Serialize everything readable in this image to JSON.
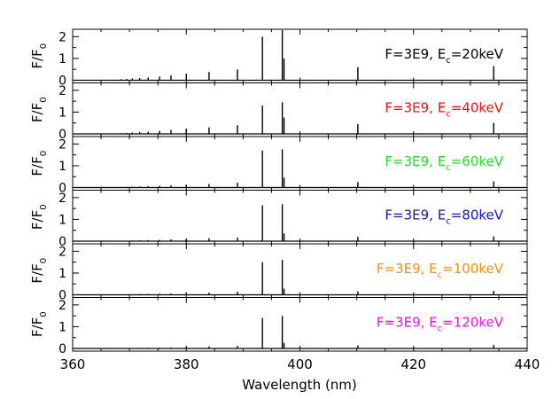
{
  "chart_data": {
    "type": "line",
    "xlabel": "Wavelength (nm)",
    "xlim": [
      360,
      440
    ],
    "xticks": [
      360,
      380,
      400,
      420,
      440
    ],
    "ylabel": "F/F",
    "ylabel_sub": "0",
    "yticks": [
      0,
      1,
      2
    ],
    "panels": [
      {
        "label_main": "F=3E9, E",
        "label_sub": "c",
        "label_tail": "=20keV",
        "color": "#000000",
        "ylim": [
          0,
          2.3
        ],
        "lines": [
          {
            "x": 368.5,
            "y": 0.05
          },
          {
            "x": 369.5,
            "y": 0.06
          },
          {
            "x": 370.5,
            "y": 0.08
          },
          {
            "x": 371.8,
            "y": 0.1
          },
          {
            "x": 373.3,
            "y": 0.13
          },
          {
            "x": 375.3,
            "y": 0.17
          },
          {
            "x": 377.3,
            "y": 0.22
          },
          {
            "x": 380,
            "y": 0.3
          },
          {
            "x": 384,
            "y": 0.38
          },
          {
            "x": 389,
            "y": 0.5
          },
          {
            "x": 393.4,
            "y": 2.0
          },
          {
            "x": 396.9,
            "y": 2.3
          },
          {
            "x": 397.2,
            "y": 1.0
          },
          {
            "x": 410.2,
            "y": 0.6
          },
          {
            "x": 434.1,
            "y": 0.65
          }
        ]
      },
      {
        "label_main": "F=3E9, E",
        "label_sub": "c",
        "label_tail": "=40keV",
        "color": "#ee1111",
        "ylim": [
          0,
          2.3
        ],
        "lines": [
          {
            "x": 368.5,
            "y": 0.03
          },
          {
            "x": 369.5,
            "y": 0.04
          },
          {
            "x": 370.5,
            "y": 0.06
          },
          {
            "x": 371.8,
            "y": 0.08
          },
          {
            "x": 373.3,
            "y": 0.1
          },
          {
            "x": 375.3,
            "y": 0.14
          },
          {
            "x": 377.3,
            "y": 0.18
          },
          {
            "x": 380,
            "y": 0.24
          },
          {
            "x": 384,
            "y": 0.3
          },
          {
            "x": 389,
            "y": 0.4
          },
          {
            "x": 393.4,
            "y": 1.3
          },
          {
            "x": 396.9,
            "y": 1.45
          },
          {
            "x": 397.2,
            "y": 0.75
          },
          {
            "x": 410.2,
            "y": 0.45
          },
          {
            "x": 434.1,
            "y": 0.5
          }
        ]
      },
      {
        "label_main": "F=3E9, E",
        "label_sub": "c",
        "label_tail": "=60keV",
        "color": "#22dd22",
        "ylim": [
          0,
          2.3
        ],
        "lines": [
          {
            "x": 368.5,
            "y": 0.02
          },
          {
            "x": 369.5,
            "y": 0.03
          },
          {
            "x": 370.5,
            "y": 0.04
          },
          {
            "x": 371.8,
            "y": 0.05
          },
          {
            "x": 373.3,
            "y": 0.06
          },
          {
            "x": 375.3,
            "y": 0.08
          },
          {
            "x": 377.3,
            "y": 0.1
          },
          {
            "x": 380,
            "y": 0.13
          },
          {
            "x": 384,
            "y": 0.16
          },
          {
            "x": 389,
            "y": 0.22
          },
          {
            "x": 393.4,
            "y": 1.7
          },
          {
            "x": 396.9,
            "y": 1.75
          },
          {
            "x": 397.2,
            "y": 0.45
          },
          {
            "x": 410.2,
            "y": 0.25
          },
          {
            "x": 434.1,
            "y": 0.28
          }
        ]
      },
      {
        "label_main": "F=3E9, E",
        "label_sub": "c",
        "label_tail": "=80keV",
        "color": "#1111dd",
        "ylim": [
          0,
          2.3
        ],
        "lines": [
          {
            "x": 368.5,
            "y": 0.02
          },
          {
            "x": 369.5,
            "y": 0.02
          },
          {
            "x": 370.5,
            "y": 0.03
          },
          {
            "x": 371.8,
            "y": 0.04
          },
          {
            "x": 373.3,
            "y": 0.05
          },
          {
            "x": 375.3,
            "y": 0.06
          },
          {
            "x": 377.3,
            "y": 0.08
          },
          {
            "x": 380,
            "y": 0.1
          },
          {
            "x": 384,
            "y": 0.13
          },
          {
            "x": 389,
            "y": 0.17
          },
          {
            "x": 393.4,
            "y": 1.65
          },
          {
            "x": 396.9,
            "y": 1.7
          },
          {
            "x": 397.2,
            "y": 0.35
          },
          {
            "x": 410.2,
            "y": 0.2
          },
          {
            "x": 434.1,
            "y": 0.22
          }
        ]
      },
      {
        "label_main": "F=3E9, E",
        "label_sub": "c",
        "label_tail": "=100keV",
        "color": "#ff8c00",
        "ylim": [
          0,
          2.3
        ],
        "lines": [
          {
            "x": 368.5,
            "y": 0.01
          },
          {
            "x": 369.5,
            "y": 0.02
          },
          {
            "x": 370.5,
            "y": 0.02
          },
          {
            "x": 371.8,
            "y": 0.03
          },
          {
            "x": 373.3,
            "y": 0.04
          },
          {
            "x": 375.3,
            "y": 0.05
          },
          {
            "x": 377.3,
            "y": 0.06
          },
          {
            "x": 380,
            "y": 0.08
          },
          {
            "x": 384,
            "y": 0.1
          },
          {
            "x": 389,
            "y": 0.14
          },
          {
            "x": 393.4,
            "y": 1.5
          },
          {
            "x": 396.9,
            "y": 1.6
          },
          {
            "x": 397.2,
            "y": 0.28
          },
          {
            "x": 410.2,
            "y": 0.16
          },
          {
            "x": 434.1,
            "y": 0.18
          }
        ]
      },
      {
        "label_main": "F=3E9, E",
        "label_sub": "c",
        "label_tail": "=120keV",
        "color": "#ee11ee",
        "ylim": [
          0,
          2.3
        ],
        "lines": [
          {
            "x": 368.5,
            "y": 0.01
          },
          {
            "x": 369.5,
            "y": 0.01
          },
          {
            "x": 370.5,
            "y": 0.02
          },
          {
            "x": 371.8,
            "y": 0.02
          },
          {
            "x": 373.3,
            "y": 0.03
          },
          {
            "x": 375.3,
            "y": 0.04
          },
          {
            "x": 377.3,
            "y": 0.05
          },
          {
            "x": 380,
            "y": 0.07
          },
          {
            "x": 384,
            "y": 0.09
          },
          {
            "x": 389,
            "y": 0.12
          },
          {
            "x": 393.4,
            "y": 1.4
          },
          {
            "x": 396.9,
            "y": 1.5
          },
          {
            "x": 397.2,
            "y": 0.25
          },
          {
            "x": 410.2,
            "y": 0.14
          },
          {
            "x": 434.1,
            "y": 0.16
          }
        ]
      }
    ]
  }
}
